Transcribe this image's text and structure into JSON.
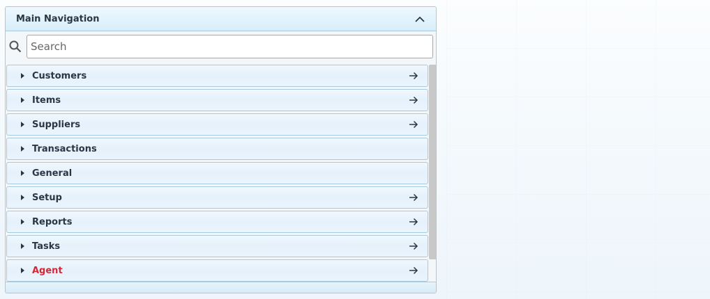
{
  "panel": {
    "title": "Main Navigation",
    "collapse_icon": "chevron-up-icon"
  },
  "search": {
    "icon": "search-icon",
    "placeholder": "Search",
    "value": ""
  },
  "nav": {
    "items": [
      {
        "label": "Customers",
        "has_arrow": true
      },
      {
        "label": "Items",
        "has_arrow": true
      },
      {
        "label": "Suppliers",
        "has_arrow": true
      },
      {
        "label": "Transactions",
        "has_arrow": false
      },
      {
        "label": "General",
        "has_arrow": false
      },
      {
        "label": "Setup",
        "has_arrow": true
      },
      {
        "label": "Reports",
        "has_arrow": true
      },
      {
        "label": "Tasks",
        "has_arrow": true
      },
      {
        "label": "Agent",
        "has_arrow": true,
        "color": "#d02a37"
      }
    ]
  },
  "colors": {
    "border": "#a9c9de",
    "text": "#2a3644",
    "accent_red": "#d02a37"
  }
}
